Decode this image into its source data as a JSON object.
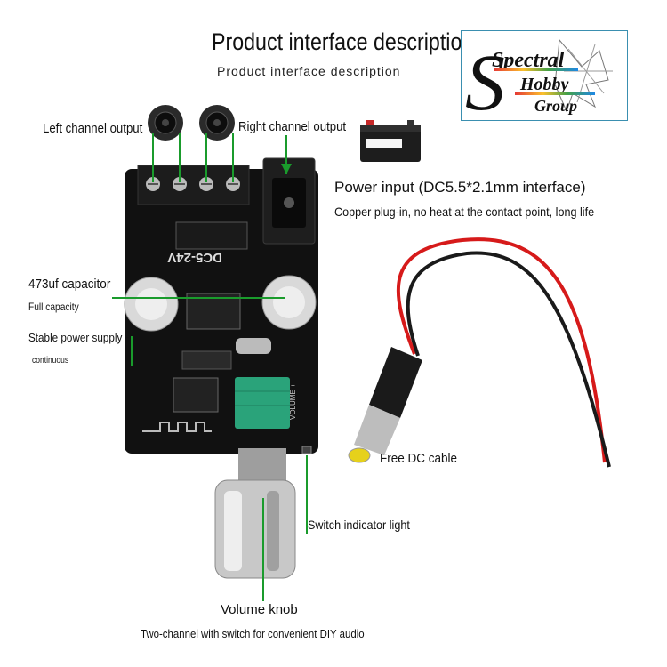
{
  "header": {
    "title": "Product interface description",
    "subtitle": "Product interface description"
  },
  "logo": {
    "line1": "Spectral",
    "line2": "Hobby",
    "line3": "Group"
  },
  "labels": {
    "left_channel": "Left channel output",
    "right_channel": "Right channel output",
    "power_title": "Power input (DC5.5*2.1mm interface)",
    "power_sub": "Copper plug-in, no heat at the contact point, long life",
    "cap_title": "473uf capacitor",
    "cap_sub": "Full capacity",
    "stable": "Stable power supply -",
    "continuous": "continuous",
    "free_dc": "Free DC cable",
    "switch_light": "Switch indicator light",
    "volume_knob": "Volume knob",
    "volume_sub": "Two-channel with switch for convenient DIY audio"
  },
  "board": {
    "voltage": "DC5-24V",
    "volume_mark": "VOLUME +"
  },
  "colors": {
    "board": "#111111",
    "leader": "#1a9b2c",
    "potentiometer": "#2aa37a",
    "cable_red": "#d61a1a"
  }
}
